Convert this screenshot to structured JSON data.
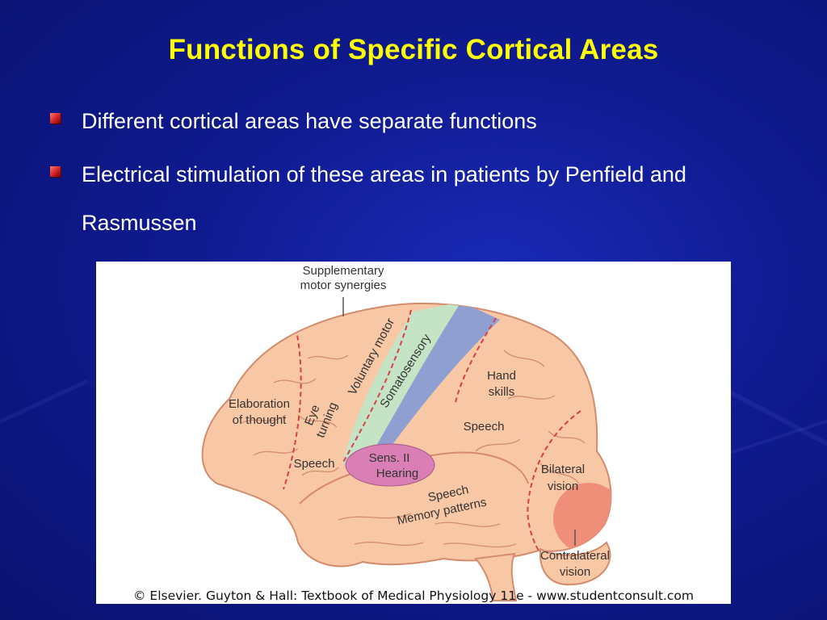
{
  "slide": {
    "title": "Functions of Specific Cortical Areas",
    "bullets": [
      "Different cortical areas have separate functions",
      "Electrical stimulation of these areas in patients by Penfield and Rasmussen"
    ]
  },
  "figure": {
    "labels": {
      "supp1": "Supplementary",
      "supp2": "motor synergies",
      "voluntary": "Voluntary motor",
      "somato": "Somatosensory",
      "hand1": "Hand",
      "hand2": "skills",
      "elab1": "Elaboration",
      "elab2": "of thought",
      "eye1": "Eye",
      "eye2": "turning",
      "speech_front": "Speech",
      "speech_parietal": "Speech",
      "sens1": "Sens. II",
      "sens2": "Hearing",
      "speech_temporal": "Speech",
      "memory": "Memory patterns",
      "bilat1": "Bilateral",
      "bilat2": "vision",
      "contra1": "Contralateral",
      "contra2": "vision"
    },
    "credit": "© Elsevier. Guyton & Hall: Textbook of Medical Physiology 11e - www.studentconsult.com"
  },
  "colors": {
    "title": "#ffff00",
    "background": "#0f1a8f",
    "brain": "#f7c7a6",
    "motor": "#c5e4c6",
    "sensory": "#8f9fd2",
    "hearing": "#d97fb5",
    "visual": "#ef8f7a",
    "boundary": "#d8404a"
  }
}
